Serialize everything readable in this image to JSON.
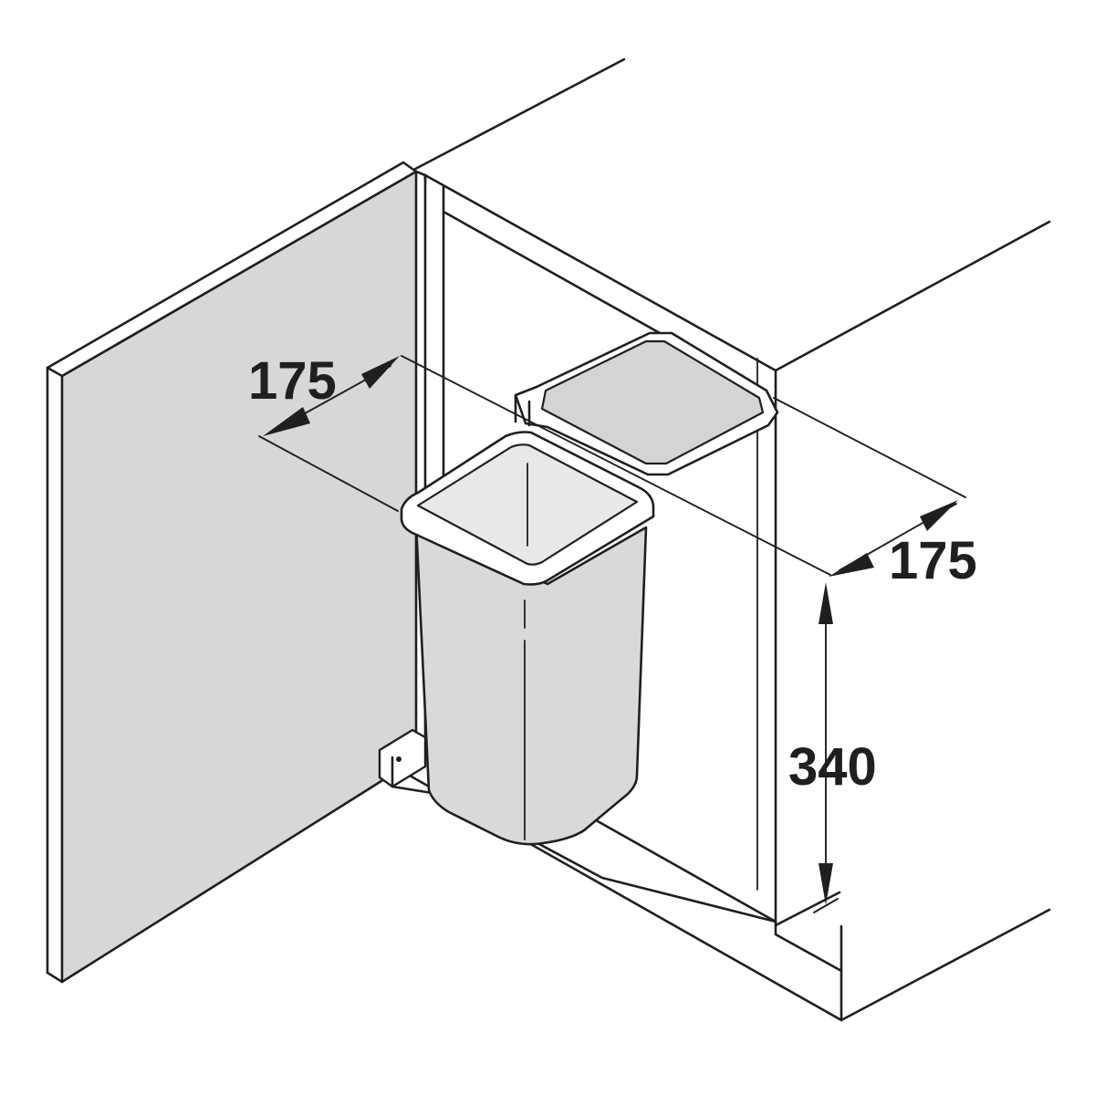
{
  "dimensions": {
    "depth_top": "175",
    "width_right": "175",
    "height": "340"
  },
  "colors": {
    "line": "#1f1f1f",
    "door_fill": "#d7d7d7",
    "bin_fill": "#d9d9d9",
    "lid_fill": "#d4d4d4",
    "background": "#ffffff"
  }
}
